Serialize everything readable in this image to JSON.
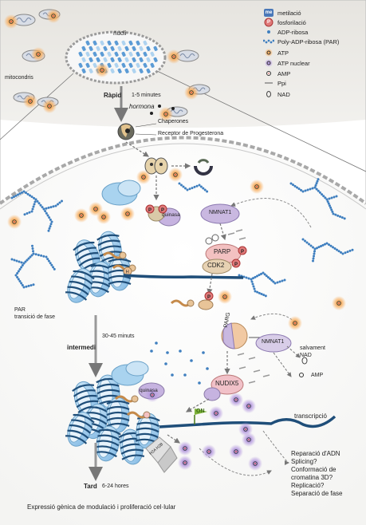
{
  "legend": {
    "items": [
      {
        "icon": "methylation-icon",
        "label": "metilació",
        "badge": "me"
      },
      {
        "icon": "phosphorylation-icon",
        "label": "fosforilació",
        "badge": "P"
      },
      {
        "icon": "adp-ribose-icon",
        "label": "ADP-ribosa"
      },
      {
        "icon": "poly-adp-ribose-icon",
        "label": "Poly-ADP-ribosa (PAR)"
      },
      {
        "icon": "atp-icon",
        "label": "ATP"
      },
      {
        "icon": "nuclear-atp-icon",
        "label": "ATP nuclear"
      },
      {
        "icon": "amp-icon",
        "label": "AMP"
      },
      {
        "icon": "ppi-icon",
        "label": "Ppi"
      },
      {
        "icon": "nad-icon",
        "label": "NAD"
      }
    ]
  },
  "labels": {
    "nucleus": "nucli",
    "mitochondria": "mitocondris",
    "rapid": "Ràpid",
    "rapid_time": "1-5 minutes",
    "hormone": "hormona",
    "chaperones": "Chaperones",
    "receptor": "Receptor de Progesterona",
    "kinase1": "quinasa",
    "nmnat1_top": "NMNAT1",
    "parp": "PARP",
    "cdk2": "CDK2",
    "par_phase": "PAR",
    "phase_transition": "transició de fase",
    "intermediate_time": "30-45 minuts",
    "intermediate": "intermedi",
    "parg": "PARG",
    "nmnat1_bottom": "NMNAT1",
    "salvage": "salvament",
    "nad": "NAD",
    "amp": "AMP",
    "kinase2": "quinasa",
    "nudix5": "NUDIX5",
    "on": "ON",
    "transcription": "transcripció",
    "h2a_h2b": "H2A H2B",
    "late": "Tard",
    "late_time": "6-24 hores",
    "outcomes": [
      "Reparació d'ADN",
      "Splicing?",
      "Conformació de",
      "cromatina 3D?",
      "Replicació?",
      "Separació de fase"
    ],
    "footer": "Expressió gènica de modulació i proliferació cel·lular"
  },
  "colors": {
    "atp": "#f3a35a",
    "nuclear_atp": "#b49ad6",
    "par": "#3f7fbf",
    "dna": "#1f4e79",
    "histone_light": "#a9d3ef",
    "kinase": "#b7a2d6",
    "nmnat": "#c9b8e0",
    "phospho": "#e07a7a",
    "footer_green": "#d7ecb0"
  }
}
